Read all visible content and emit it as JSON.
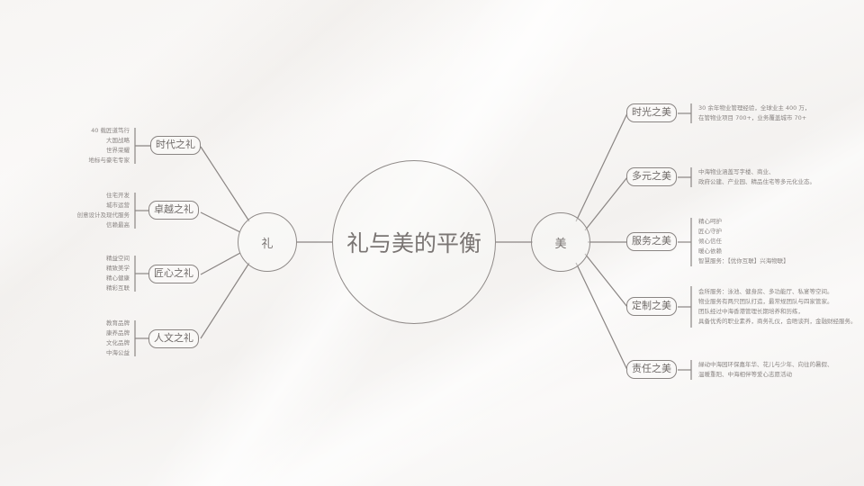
{
  "title": "礼与美的平衡",
  "left_hub": "礼",
  "right_hub": "美",
  "left_branches": [
    {
      "label": "时代之礼",
      "items": [
        "40 载匠道笃行",
        "大国战略",
        "世界荣耀",
        "地标与豪宅专家"
      ]
    },
    {
      "label": "卓越之礼",
      "items": [
        "住宅开发",
        "城市运营",
        "创意设计及现代服务",
        "信赖最高"
      ]
    },
    {
      "label": "匠心之礼",
      "items": [
        "精益空间",
        "精致美学",
        "精心健康",
        "精彩互联"
      ]
    },
    {
      "label": "人文之礼",
      "items": [
        "教育品牌",
        "康养品牌",
        "文化品牌",
        "中海公益"
      ]
    }
  ],
  "right_branches": [
    {
      "label": "时光之美",
      "items": [
        "30 余年物业管理经验，全球业主 400 万，",
        "在管物业项目 700+，业务覆盖城市 70+"
      ]
    },
    {
      "label": "多元之美",
      "items": [
        "中海物业涵盖写字楼、商业、",
        "政府公建、产业园、精品住宅等多元化业态。"
      ]
    },
    {
      "label": "服务之美",
      "items": [
        "精心呵护",
        "匠心守护",
        "倾心信任",
        "暖心依赖",
        "智慧服务：【优你互联】兴海物联】"
      ]
    },
    {
      "label": "定制之美",
      "items": [
        "会所服务：泳池、健身房、多功能厅、私宴等空间。",
        "物业服务有两只团队打造，最常规团队与四家管家。",
        "团队经过中海香港管理长期培养和历练，",
        "具备优秀的职业素养，商务礼仪，会晤谈判，金融财经服务。"
      ]
    },
    {
      "label": "责任之美",
      "items": [
        "緑动中海园环保嘉年华、花儿与少年、向往的暑假、",
        "温暖重阳、中海相伴等爱心志愿活动"
      ]
    }
  ],
  "colors": {
    "line": "#8a8583",
    "text": "#6f6a68",
    "leaf_text": "#8a8583"
  }
}
